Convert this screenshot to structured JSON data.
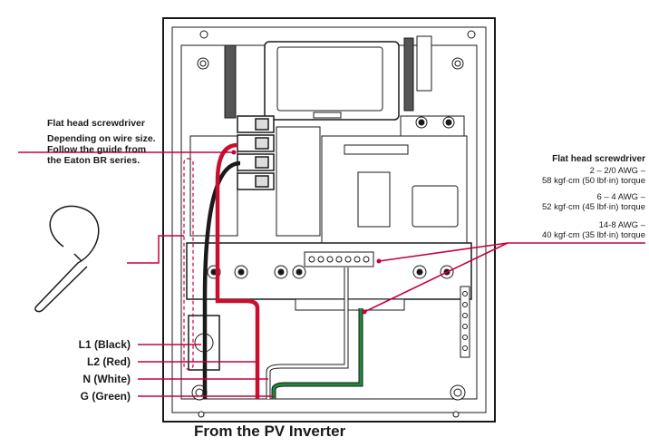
{
  "left_notes": {
    "tool": "Flat head screwdriver",
    "guide_lines": [
      "Depending on wire size.",
      "Follow the guide from",
      "the Eaton BR series."
    ]
  },
  "right_notes": {
    "tool": "Flat head screwdriver",
    "specs": [
      {
        "gauge": "2 – 2/0 AWG –",
        "torque": "58 kgf·cm (50 lbf·in) torque"
      },
      {
        "gauge": "6 – 4 AWG –",
        "torque": "52 kgf·cm (45 lbf·in) torque"
      },
      {
        "gauge": "14-8 AWG –",
        "torque": "40 kgf·cm (35 lbf·in) torque"
      }
    ]
  },
  "wires": [
    {
      "label": "L1 (Black)",
      "color": "#1a1a1a"
    },
    {
      "label": "L2 (Red)",
      "color": "#c8102e"
    },
    {
      "label": "N (White)",
      "color": "#ffffff"
    },
    {
      "label": "G (Green)",
      "color": "#1f8a3b"
    }
  ],
  "caption": "From the PV Inverter",
  "colors": {
    "accent": "#c8003c",
    "line": "#1a1a1a",
    "panel": "#ffffff"
  },
  "icons": [
    "cable-tie-icon",
    "screw-icon"
  ]
}
